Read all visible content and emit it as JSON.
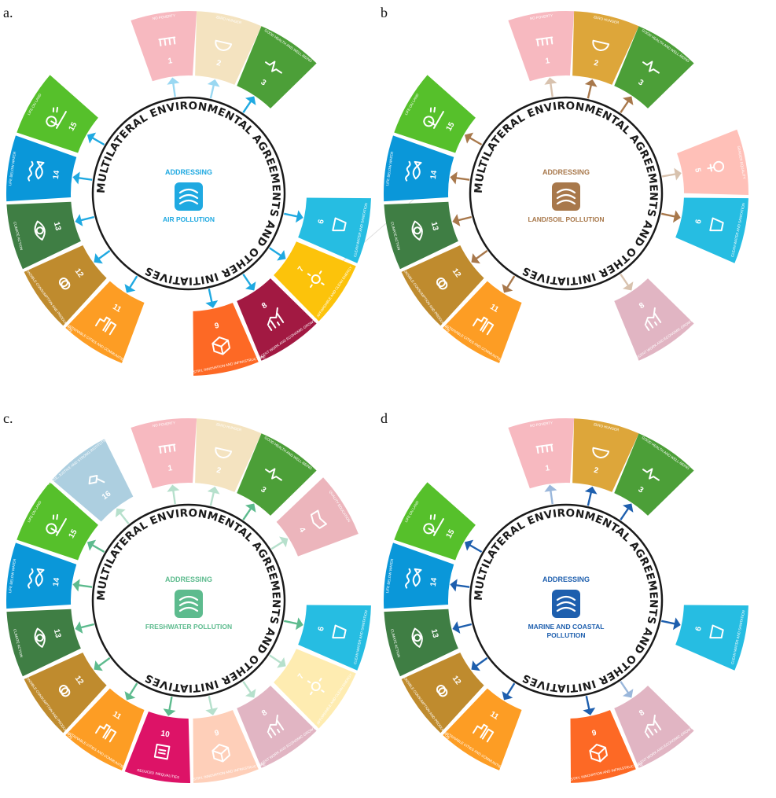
{
  "ring_text": "MULTILATERAL ENVIRONMENTAL AGREEMENTS AND OTHER INITIATIVES",
  "hub_prefix": "ADDRESSING",
  "sdg_titles": {
    "1": "NO POVERTY",
    "2": "ZERO HUNGER",
    "3": "GOOD HEALTH AND WELL-BEING",
    "4": "QUALITY EDUCATION",
    "5": "GENDER EQUALITY",
    "6": "CLEAN WATER AND SANITATION",
    "7": "AFFORDABLE AND CLEAN ENERGY",
    "8": "DECENT WORK AND ECONOMIC GROWTH",
    "9": "INDUSTRY, INNOVATION AND INFRASTRUCTURE",
    "10": "REDUCED INEQUALITIES",
    "11": "SUSTAINABLE CITIES AND COMMUNITIES",
    "12": "RESPONSIBLE CONSUMPTION AND PRODUCTION",
    "13": "CLIMATE ACTION",
    "14": "LIFE BELOW WATER",
    "15": "LIFE ON LAND",
    "16": "PEACE, JUSTICE AND STRONG INSTITUTIONS"
  },
  "sdg_colors": {
    "1": "#e5243b",
    "2": "#dda63a",
    "3": "#4c9f38",
    "4": "#c5192d",
    "5": "#ff3a21",
    "6": "#26bde2",
    "7": "#fcc30b",
    "8": "#a21942",
    "9": "#fd6925",
    "10": "#dd1367",
    "11": "#fd9d24",
    "12": "#bf8b2e",
    "13": "#3f7e44",
    "14": "#0a97d9",
    "15": "#56c02b",
    "16": "#00689d"
  },
  "panels": [
    {
      "label": "a.",
      "topic": "AIR POLLUTION",
      "accent": "#1fa9e1",
      "icon": "wind-icon",
      "segments": [
        {
          "sdg": "1",
          "strength": "faded"
        },
        {
          "sdg": "2",
          "strength": "faded"
        },
        {
          "sdg": "3",
          "strength": "strong"
        },
        {
          "sdg": "6",
          "strength": "strong"
        },
        {
          "sdg": "7",
          "strength": "strong"
        },
        {
          "sdg": "8",
          "strength": "strong"
        },
        {
          "sdg": "9",
          "strength": "strong"
        },
        {
          "sdg": "11",
          "strength": "strong"
        },
        {
          "sdg": "12",
          "strength": "strong"
        },
        {
          "sdg": "13",
          "strength": "strong"
        },
        {
          "sdg": "14",
          "strength": "strong"
        },
        {
          "sdg": "15",
          "strength": "strong"
        }
      ]
    },
    {
      "label": "b",
      "topic": "LAND/SOIL POLLUTION",
      "accent": "#a8784b",
      "icon": "land-soil-icon",
      "segments": [
        {
          "sdg": "1",
          "strength": "faded"
        },
        {
          "sdg": "2",
          "strength": "strong"
        },
        {
          "sdg": "3",
          "strength": "strong"
        },
        {
          "sdg": "5",
          "strength": "faded"
        },
        {
          "sdg": "6",
          "strength": "strong"
        },
        {
          "sdg": "8",
          "strength": "faded"
        },
        {
          "sdg": "11",
          "strength": "strong"
        },
        {
          "sdg": "12",
          "strength": "strong"
        },
        {
          "sdg": "13",
          "strength": "strong"
        },
        {
          "sdg": "14",
          "strength": "strong"
        },
        {
          "sdg": "15",
          "strength": "strong"
        }
      ]
    },
    {
      "label": "c.",
      "topic": "FRESHWATER POLLUTION",
      "accent": "#5dbb8e",
      "icon": "freshwater-drops-icon",
      "segments": [
        {
          "sdg": "1",
          "strength": "faded"
        },
        {
          "sdg": "2",
          "strength": "faded"
        },
        {
          "sdg": "3",
          "strength": "strong"
        },
        {
          "sdg": "4",
          "strength": "faded"
        },
        {
          "sdg": "6",
          "strength": "strong"
        },
        {
          "sdg": "7",
          "strength": "faded"
        },
        {
          "sdg": "8",
          "strength": "faded"
        },
        {
          "sdg": "9",
          "strength": "faded"
        },
        {
          "sdg": "10",
          "strength": "strong"
        },
        {
          "sdg": "11",
          "strength": "strong"
        },
        {
          "sdg": "12",
          "strength": "strong"
        },
        {
          "sdg": "13",
          "strength": "strong"
        },
        {
          "sdg": "14",
          "strength": "strong"
        },
        {
          "sdg": "15",
          "strength": "strong"
        },
        {
          "sdg": "16",
          "strength": "faded"
        }
      ]
    },
    {
      "label": "d",
      "topic": "MARINE AND COASTAL POLLUTION",
      "accent": "#1e5fae",
      "icon": "marine-wave-fish-icon",
      "segments": [
        {
          "sdg": "1",
          "strength": "faded"
        },
        {
          "sdg": "2",
          "strength": "strong"
        },
        {
          "sdg": "3",
          "strength": "strong"
        },
        {
          "sdg": "6",
          "strength": "strong"
        },
        {
          "sdg": "8",
          "strength": "faded"
        },
        {
          "sdg": "9",
          "strength": "strong"
        },
        {
          "sdg": "11",
          "strength": "strong"
        },
        {
          "sdg": "12",
          "strength": "strong"
        },
        {
          "sdg": "13",
          "strength": "strong"
        },
        {
          "sdg": "14",
          "strength": "strong"
        },
        {
          "sdg": "15",
          "strength": "strong"
        }
      ]
    }
  ]
}
